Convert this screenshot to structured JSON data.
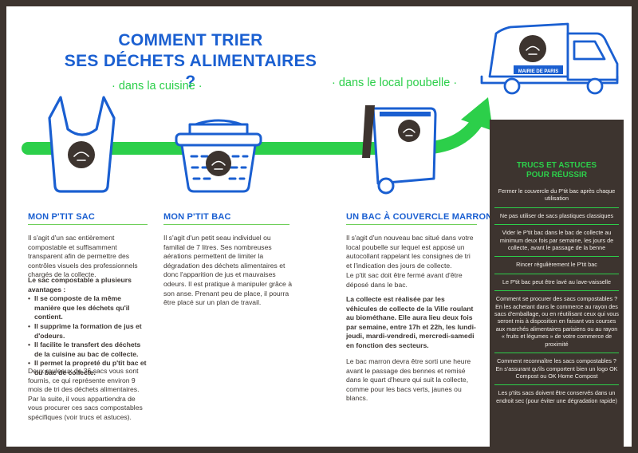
{
  "header": {
    "title_line1": "COMMENT TRIER",
    "title_line2": "SES DÉCHETS ALIMENTAIRES ?",
    "subtitle_kitchen": "· dans la cuisine ·",
    "subtitle_local": "· dans le local poubelle ·"
  },
  "truck": {
    "sign": "MAIRIE DE PARIS"
  },
  "sections": {
    "sac": {
      "title": "MON P'TIT SAC",
      "intro": "Il s'agit d'un sac entièrement compostable et suffisamment transparent afin de permettre des contrôles visuels des professionnels chargés de la collecte.",
      "adv_title": "Le sac compostable a plusieurs avantages :",
      "advantages": [
        "Il se composte de la même manière que les déchets qu'il contient.",
        "Il supprime la formation de jus et d'odeurs.",
        "Il facilite le transfert des déchets de la cuisine au bac de collecte.",
        "Il permet la propreté du p'tit bac et du bac de collecte."
      ],
      "outro": "Deux rouleaux de 36 sacs vous sont fournis, ce qui représente environ 9 mois de tri des déchets alimentaires. Par la suite, il vous appartiendra de vous procurer ces sacs compostables spécifiques (voir trucs et astuces)."
    },
    "bac": {
      "title": "MON P'TIT BAC",
      "text": "Il s'agit d'un petit seau individuel ou familial de 7 litres. Ses nombreuses aérations permettent de limiter la dégradation des déchets alimentaires et donc l'apparition de jus et mauvaises odeurs. Il est pratique à manipuler grâce à son anse. Prenant peu de place, il pourra être placé sur un plan de travail."
    },
    "marron": {
      "title": "UN BAC À COUVERCLE MARRON",
      "p1": "Il s'agit d'un nouveau bac situé dans votre local poubelle sur lequel est apposé un autocollant rappelant les consignes de tri et l'indication des jours de collecte.",
      "p2": "Le p'tit sac doit être fermé avant d'être déposé dans le bac.",
      "p3": "La collecte est réalisée par les véhicules de collecte de la Ville roulant au biométhane. Elle aura lieu deux fois par semaine, entre 17h et 22h, les lundi-jeudi, mardi-vendredi, mercredi-samedi en fonction des secteurs.",
      "p4": "Le bac marron devra être sorti une heure avant le passage des bennes et remisé dans le quart d'heure qui suit la collecte, comme pour les bacs verts, jaunes ou blancs."
    }
  },
  "tips_panel": {
    "title_line1": "TRUCS ET ASTUCES",
    "title_line2": "POUR RÉUSSIR",
    "items": [
      "Fermer le couvercle du P'tit bac après chaque utilisation",
      "Ne pas utiliser de sacs plastiques classiques",
      "Vider le P'tit bac dans le bac de collecte au minimum deux fois par semaine, les jours de collecte, avant le passage de la benne",
      "Rincer régulièrement le P'tit bac",
      "Le P'tit bac peut être lavé au lave-vaisselle",
      "Comment se procurer des sacs compostables ? En les achetant dans le commerce au rayon des sacs d'emballage, ou en réutilisant ceux qui vous seront mis à disposition en faisant vos courses aux marchés alimentaires parisiens ou au rayon « fruits et légumes » de votre commerce de proximité",
      "Comment reconnaître les sacs compostables ? En s'assurant qu'ils comportent bien un logo OK Compost ou OK Home Compost",
      "Les p'tits sacs doivent être conservés dans un endroit sec (pour éviter une dégradation rapide)"
    ]
  },
  "colors": {
    "blue": "#1a5fd1",
    "green": "#2ccf4a",
    "dark_brown": "#3d342f"
  }
}
